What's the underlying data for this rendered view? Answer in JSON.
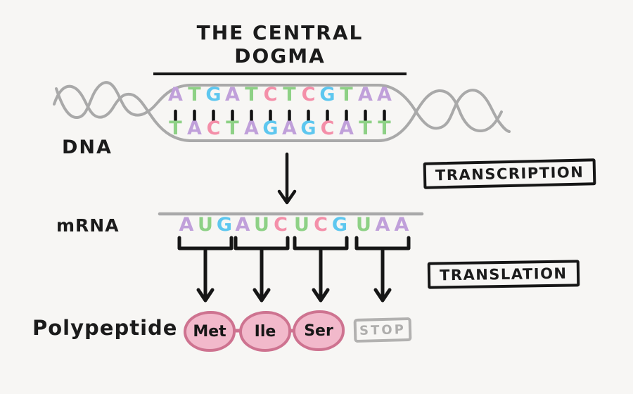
{
  "title": "THE CENTRAL DOGMA",
  "labels": {
    "dna": "DNA",
    "mrna": "mRNA",
    "polypeptide": "Polypeptide"
  },
  "process_boxes": {
    "transcription": "TRANSCRIPTION",
    "translation": "TRANSLATION"
  },
  "dna": {
    "top_strand": [
      "A",
      "T",
      "G",
      "A",
      "T",
      "C",
      "T",
      "C",
      "G",
      "T",
      "A",
      "A"
    ],
    "bottom_strand": [
      "T",
      "A",
      "C",
      "T",
      "A",
      "G",
      "A",
      "G",
      "C",
      "A",
      "T",
      "T"
    ]
  },
  "mrna": {
    "codons": [
      [
        "A",
        "U",
        "G"
      ],
      [
        "A",
        "U",
        "C"
      ],
      [
        "U",
        "C",
        "G"
      ],
      [
        "U",
        "A",
        "A"
      ]
    ]
  },
  "polypeptide": {
    "residues": [
      "Met",
      "Ile",
      "Ser"
    ],
    "stop": "STOP"
  },
  "base_colors": {
    "A": "#c0a0da",
    "T": "#8ed186",
    "G": "#5ec7ef",
    "C": "#f48fa9",
    "U": "#8ed186"
  },
  "accent_colors": {
    "background": "#f7f6f4",
    "ink": "#161616",
    "strand_gray": "#a9a9a9",
    "residue_fill": "#f2b9cb",
    "residue_border": "#ce7390",
    "stop_gray": "#b2b1b0"
  }
}
